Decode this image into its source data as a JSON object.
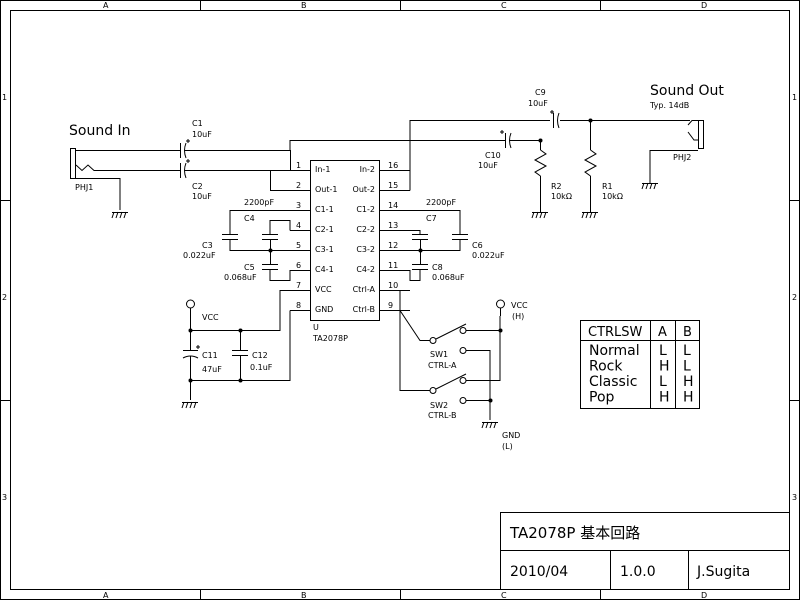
{
  "frame": {
    "columns": [
      "A",
      "B",
      "C",
      "D"
    ],
    "rows": [
      "1",
      "2",
      "3"
    ]
  },
  "labels": {
    "sound_in": "Sound In",
    "sound_out": "Sound Out",
    "sound_out_gain": "Typ. 14dB",
    "phj1": "PHJ1",
    "phj2": "PHJ2"
  },
  "ic": {
    "ref": "U",
    "part": "TA2078P",
    "pins_left": [
      {
        "num": "1",
        "name": "In-1"
      },
      {
        "num": "2",
        "name": "Out-1"
      },
      {
        "num": "3",
        "name": "C1-1"
      },
      {
        "num": "4",
        "name": "C2-1"
      },
      {
        "num": "5",
        "name": "C3-1"
      },
      {
        "num": "6",
        "name": "C4-1"
      },
      {
        "num": "7",
        "name": "VCC"
      },
      {
        "num": "8",
        "name": "GND"
      }
    ],
    "pins_right": [
      {
        "num": "16",
        "name": "In-2"
      },
      {
        "num": "15",
        "name": "Out-2"
      },
      {
        "num": "14",
        "name": "C1-2"
      },
      {
        "num": "13",
        "name": "C2-2"
      },
      {
        "num": "12",
        "name": "C3-2"
      },
      {
        "num": "11",
        "name": "C4-2"
      },
      {
        "num": "10",
        "name": "Ctrl-A"
      },
      {
        "num": "9",
        "name": "Ctrl-B"
      }
    ]
  },
  "components": {
    "c1": {
      "ref": "C1",
      "value": "10uF"
    },
    "c2": {
      "ref": "C2",
      "value": "10uF"
    },
    "c3": {
      "ref": "C3",
      "value": "0.022uF"
    },
    "c4": {
      "ref": "C4",
      "value": "2200pF"
    },
    "c5": {
      "ref": "C5",
      "value": "0.068uF"
    },
    "c6": {
      "ref": "C6",
      "value": "0.022uF"
    },
    "c7": {
      "ref": "C7",
      "value": "2200pF"
    },
    "c8": {
      "ref": "C8",
      "value": "0.068uF"
    },
    "c9": {
      "ref": "C9",
      "value": "10uF"
    },
    "c10": {
      "ref": "C10",
      "value": "10uF"
    },
    "c11": {
      "ref": "C11",
      "value": "47uF"
    },
    "c12": {
      "ref": "C12",
      "value": "0.1uF"
    },
    "r1": {
      "ref": "R1",
      "value": "10kΩ"
    },
    "r2": {
      "ref": "R2",
      "value": "10kΩ"
    },
    "sw1": {
      "ref": "SW1",
      "func": "CTRL-A"
    },
    "sw2": {
      "ref": "SW2",
      "func": "CTRL-B"
    }
  },
  "power": {
    "vcc": "VCC",
    "vcc_h": "VCC",
    "h": "(H)",
    "gnd": "GND",
    "l": "(L)"
  },
  "table": {
    "headers": [
      "CTRLSW",
      "A",
      "B"
    ],
    "rows": [
      [
        "Normal",
        "L",
        "L"
      ],
      [
        "Rock",
        "H",
        "L"
      ],
      [
        "Classic",
        "L",
        "H"
      ],
      [
        "Pop",
        "H",
        "H"
      ]
    ]
  },
  "title_block": {
    "title": "TA2078P 基本回路",
    "date": "2010/04",
    "version": "1.0.0",
    "author": "J.Sugita"
  }
}
